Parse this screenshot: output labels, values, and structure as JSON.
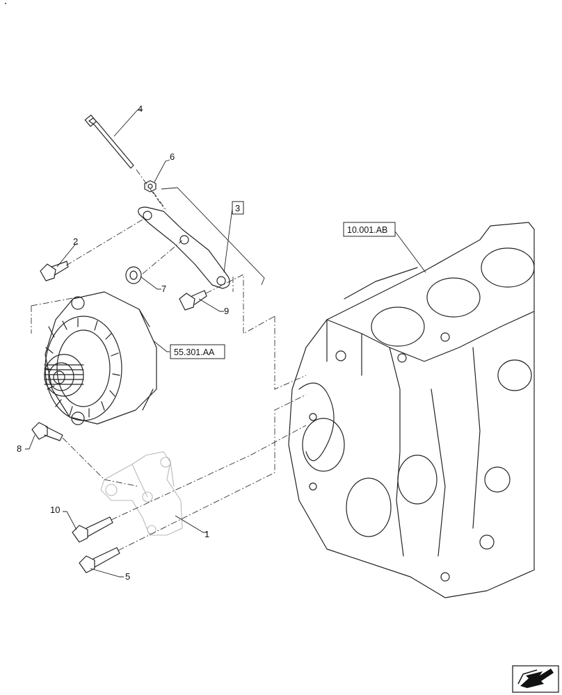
{
  "callouts": {
    "c1": "1",
    "c2": "2",
    "c3": "3",
    "c4": "4",
    "c5": "5",
    "c6": "6",
    "c7": "7",
    "c8": "8",
    "c9": "9",
    "c10": "10"
  },
  "references": {
    "engine_block": "10.001.AB",
    "alternator": "55.301.AA"
  },
  "icons": {
    "corner": "view-direction-arrow-icon"
  }
}
